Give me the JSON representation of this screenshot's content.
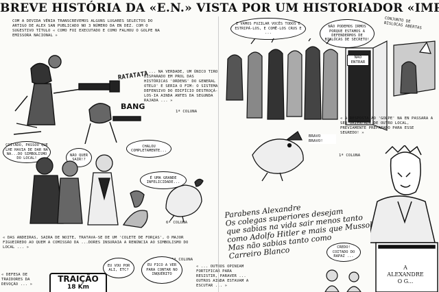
{
  "page": {
    "title": "BREVE HISTÓRIA DA «E.N.» VISTA POR UM HISTORIADOR «IMPARCIAL»"
  },
  "left_panel": {
    "intro": "COM A DEVIDA VÉNIA TRANSCREVEMOS ALGUNS LUGARES SELECTOS DO ARTIGO DE ALEX SAN PUBLICADO NO 3 NÚMERO DA EN DEZ. COM O SUGESTIVO TÍTULO « COMO FOI EXECUTADO E COMO FALHOU O GOLPE NA EMISSORA NACIONAL »",
    "gun_sound": "RATATATA",
    "bang": "BANG",
    "quote_1": "« ... NA VERDADE, UM ÚNICO TIRO DISPARADO EM PROL DAS HISTÓRICAS 'ORDENS' DO GENERAL OTELO' E SERIA O FIM: O SISTEMA DEFENSIVO DO EDIFÍCIO DESTROÇÁ-LOS-IA AINDA ANTES DA SEGUNDA RAJADA ... »",
    "col_ref_1": "1ª COLUNA",
    "bubble_cotado": "COITADO, PASSOU QUE LHE HAVIA DE DAR NA NA...DO SIMBOLISMO DO LOCAL!",
    "bubble_nao_quer": "NÃO QUER SAIR!?",
    "bubble_chalou": "CHALOU COMPLETAMENTE...",
    "bubble_grande": "É UMA GRANDE INFELICIDADE...",
    "col_ref_2": "6ª COLUNA",
    "caption": "« DAS ANDEIRAS, SAIRA DE NOITE, TRATAVA-SE DE UM 'COLETE DE FORÇAS', O MAJOR FIGUEIREDO AO QUEM A COMISSÃO DA ...DORES INSURAIA A RENÚNCIA AO SIMBOLISMO DO LOCAL ... »",
    "col_ref_3": "6ª COLUNA",
    "sign_traicao": "TRAIÇÃO",
    "sign_km": "18 Km",
    "small_left": "« DEFESA DE TRAIDORES DA DEVOÇÃO ... »",
    "bubble_eu_vou": "EU VOU POR ALI, ETC?",
    "bubble_eu_fico": "EU FICO A VER PARA CONTAR NO INQUÉRITO",
    "small_bottom": "« ... OUTROS OPINIAM FORTIFICAR PARA RESISTIR, PARAVER ... OUTROS AINDA ESTAVAM A ESCUTAR ... »"
  },
  "right_panel": {
    "bubble_fuzilar": "E VAMOS FUZILAR VOCÊS TODOS E ESTRIPÁ-LOS, E COMÊ-LOS CRUS E ...",
    "bubble_nao_podemos": "NÃO PODEMOS IRMOS PORQUE ESTAMOS A DEFENDERMOS DE BISLÓCAS DE SECRETO!",
    "door_sign": "NÃO ENTRAR",
    "caption_top_right": "CONJUNTO DE BISLÓCAS ABERTAS",
    "bravo": "BRAVO BRAVO!",
    "quote_2": "« A RESPOSTA AO 'GOLPE' NA EN PASSARA A SER ORIENTADA DE OUTRO LOCAL, PREVIAMENTE PREPARADO PARA ESSE SEGREDO! »",
    "col_ref_4": "1ª COLUNA",
    "script_note": "Parabens Alexandre\nOs colegas superiores desejam\nque sabias na vida sair menos tanto\ncomo Adolfo Hitler e mais que Mussolini. Mas não sabias tanto como\nCarreiro Blanco",
    "bubble_credo": "CREDO! COITADO DO RAPAZ ...",
    "statue_label_1": "A",
    "statue_label_2": "ALEXANDRE",
    "statue_label_3": "O G..."
  }
}
